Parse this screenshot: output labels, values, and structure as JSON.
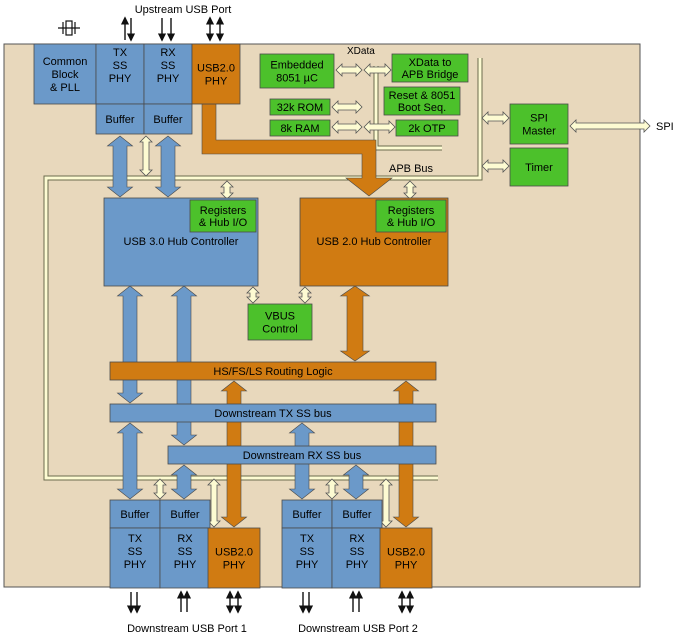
{
  "title": "Upstream USB Port",
  "captions": {
    "downstream_port_1": "Downstream USB Port 1",
    "downstream_port_2": "Downstream USB Port 2",
    "spi_external": "SPI",
    "xdata": "XData",
    "apb_bus": "APB Bus"
  },
  "blocks": {
    "common_block": [
      "Common",
      "Block",
      "& PLL"
    ],
    "up_tx_phy": [
      "TX",
      "SS",
      "PHY"
    ],
    "up_rx_phy": [
      "RX",
      "SS",
      "PHY"
    ],
    "up_usb2_phy": [
      "USB2.0",
      "PHY"
    ],
    "up_buffer_tx": [
      "Buffer"
    ],
    "up_buffer_rx": [
      "Buffer"
    ],
    "embedded_8051": [
      "Embedded",
      "8051 µC"
    ],
    "rom": [
      "32k ROM"
    ],
    "ram": [
      "8k RAM"
    ],
    "xdata_bridge": [
      "XData to",
      "APB Bridge"
    ],
    "reset_boot": [
      "Reset & 8051",
      "Boot Seq."
    ],
    "otp": [
      "2k OTP"
    ],
    "spi_master": [
      "SPI",
      "Master"
    ],
    "timer": [
      "Timer"
    ],
    "usb3_hub": [
      "USB 3.0 Hub Controller"
    ],
    "usb3_regs": [
      "Registers",
      "& Hub I/O"
    ],
    "usb2_hub": [
      "USB 2.0 Hub Controller"
    ],
    "usb2_regs": [
      "Registers",
      "& Hub I/O"
    ],
    "vbus": [
      "VBUS",
      "Control"
    ],
    "routing": [
      "HS/FS/LS Routing Logic"
    ],
    "tx_bus": [
      "Downstream TX SS bus"
    ],
    "rx_bus": [
      "Downstream RX SS bus"
    ],
    "p1_buffer_tx": [
      "Buffer"
    ],
    "p1_buffer_rx": [
      "Buffer"
    ],
    "p1_tx_phy": [
      "TX",
      "SS",
      "PHY"
    ],
    "p1_rx_phy": [
      "RX",
      "SS",
      "PHY"
    ],
    "p1_usb2_phy": [
      "USB2.0",
      "PHY"
    ],
    "p2_buffer_tx": [
      "Buffer"
    ],
    "p2_buffer_rx": [
      "Buffer"
    ],
    "p2_tx_phy": [
      "TX",
      "SS",
      "PHY"
    ],
    "p2_rx_phy": [
      "RX",
      "SS",
      "PHY"
    ],
    "p2_usb2_phy": [
      "USB2.0",
      "PHY"
    ]
  },
  "colors": {
    "chip_background": "#e8d8bc",
    "usb3_blue": "#6b99c9",
    "usb2_orange": "#d07b12",
    "micro_green": "#4cc12b",
    "bus_yellow": "#fdfbd2"
  }
}
